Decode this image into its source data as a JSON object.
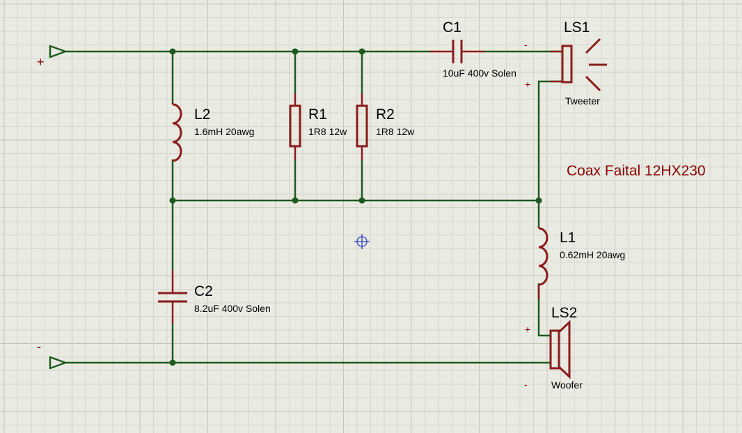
{
  "title": "Coax Faital 12HX230",
  "colors": {
    "background": "#e9eae2",
    "grid_minor": "#d5d6cd",
    "grid_major": "#c4c5bb",
    "wire": "#1e5a1e",
    "component": "#8b1a1a",
    "title": "#8b0000",
    "origin": "#2a3fc4"
  },
  "terminals": {
    "positive": "+",
    "negative": "-"
  },
  "components": {
    "C1": {
      "ref": "C1",
      "value": "10uF 400v Solen"
    },
    "C2": {
      "ref": "C2",
      "value": "8.2uF 400v Solen"
    },
    "L1": {
      "ref": "L1",
      "value": "0.62mH 20awg"
    },
    "L2": {
      "ref": "L2",
      "value": "1.6mH 20awg"
    },
    "R1": {
      "ref": "R1",
      "value": "1R8 12w"
    },
    "R2": {
      "ref": "R2",
      "value": "1R8 12w"
    },
    "LS1": {
      "ref": "LS1",
      "label": "Tweeter",
      "pin_top": "-",
      "pin_bottom": "+"
    },
    "LS2": {
      "ref": "LS2",
      "label": "Woofer",
      "pin_top": "+",
      "pin_bottom": "-"
    }
  },
  "icons": {
    "origin_marker": "crosshair-icon"
  }
}
